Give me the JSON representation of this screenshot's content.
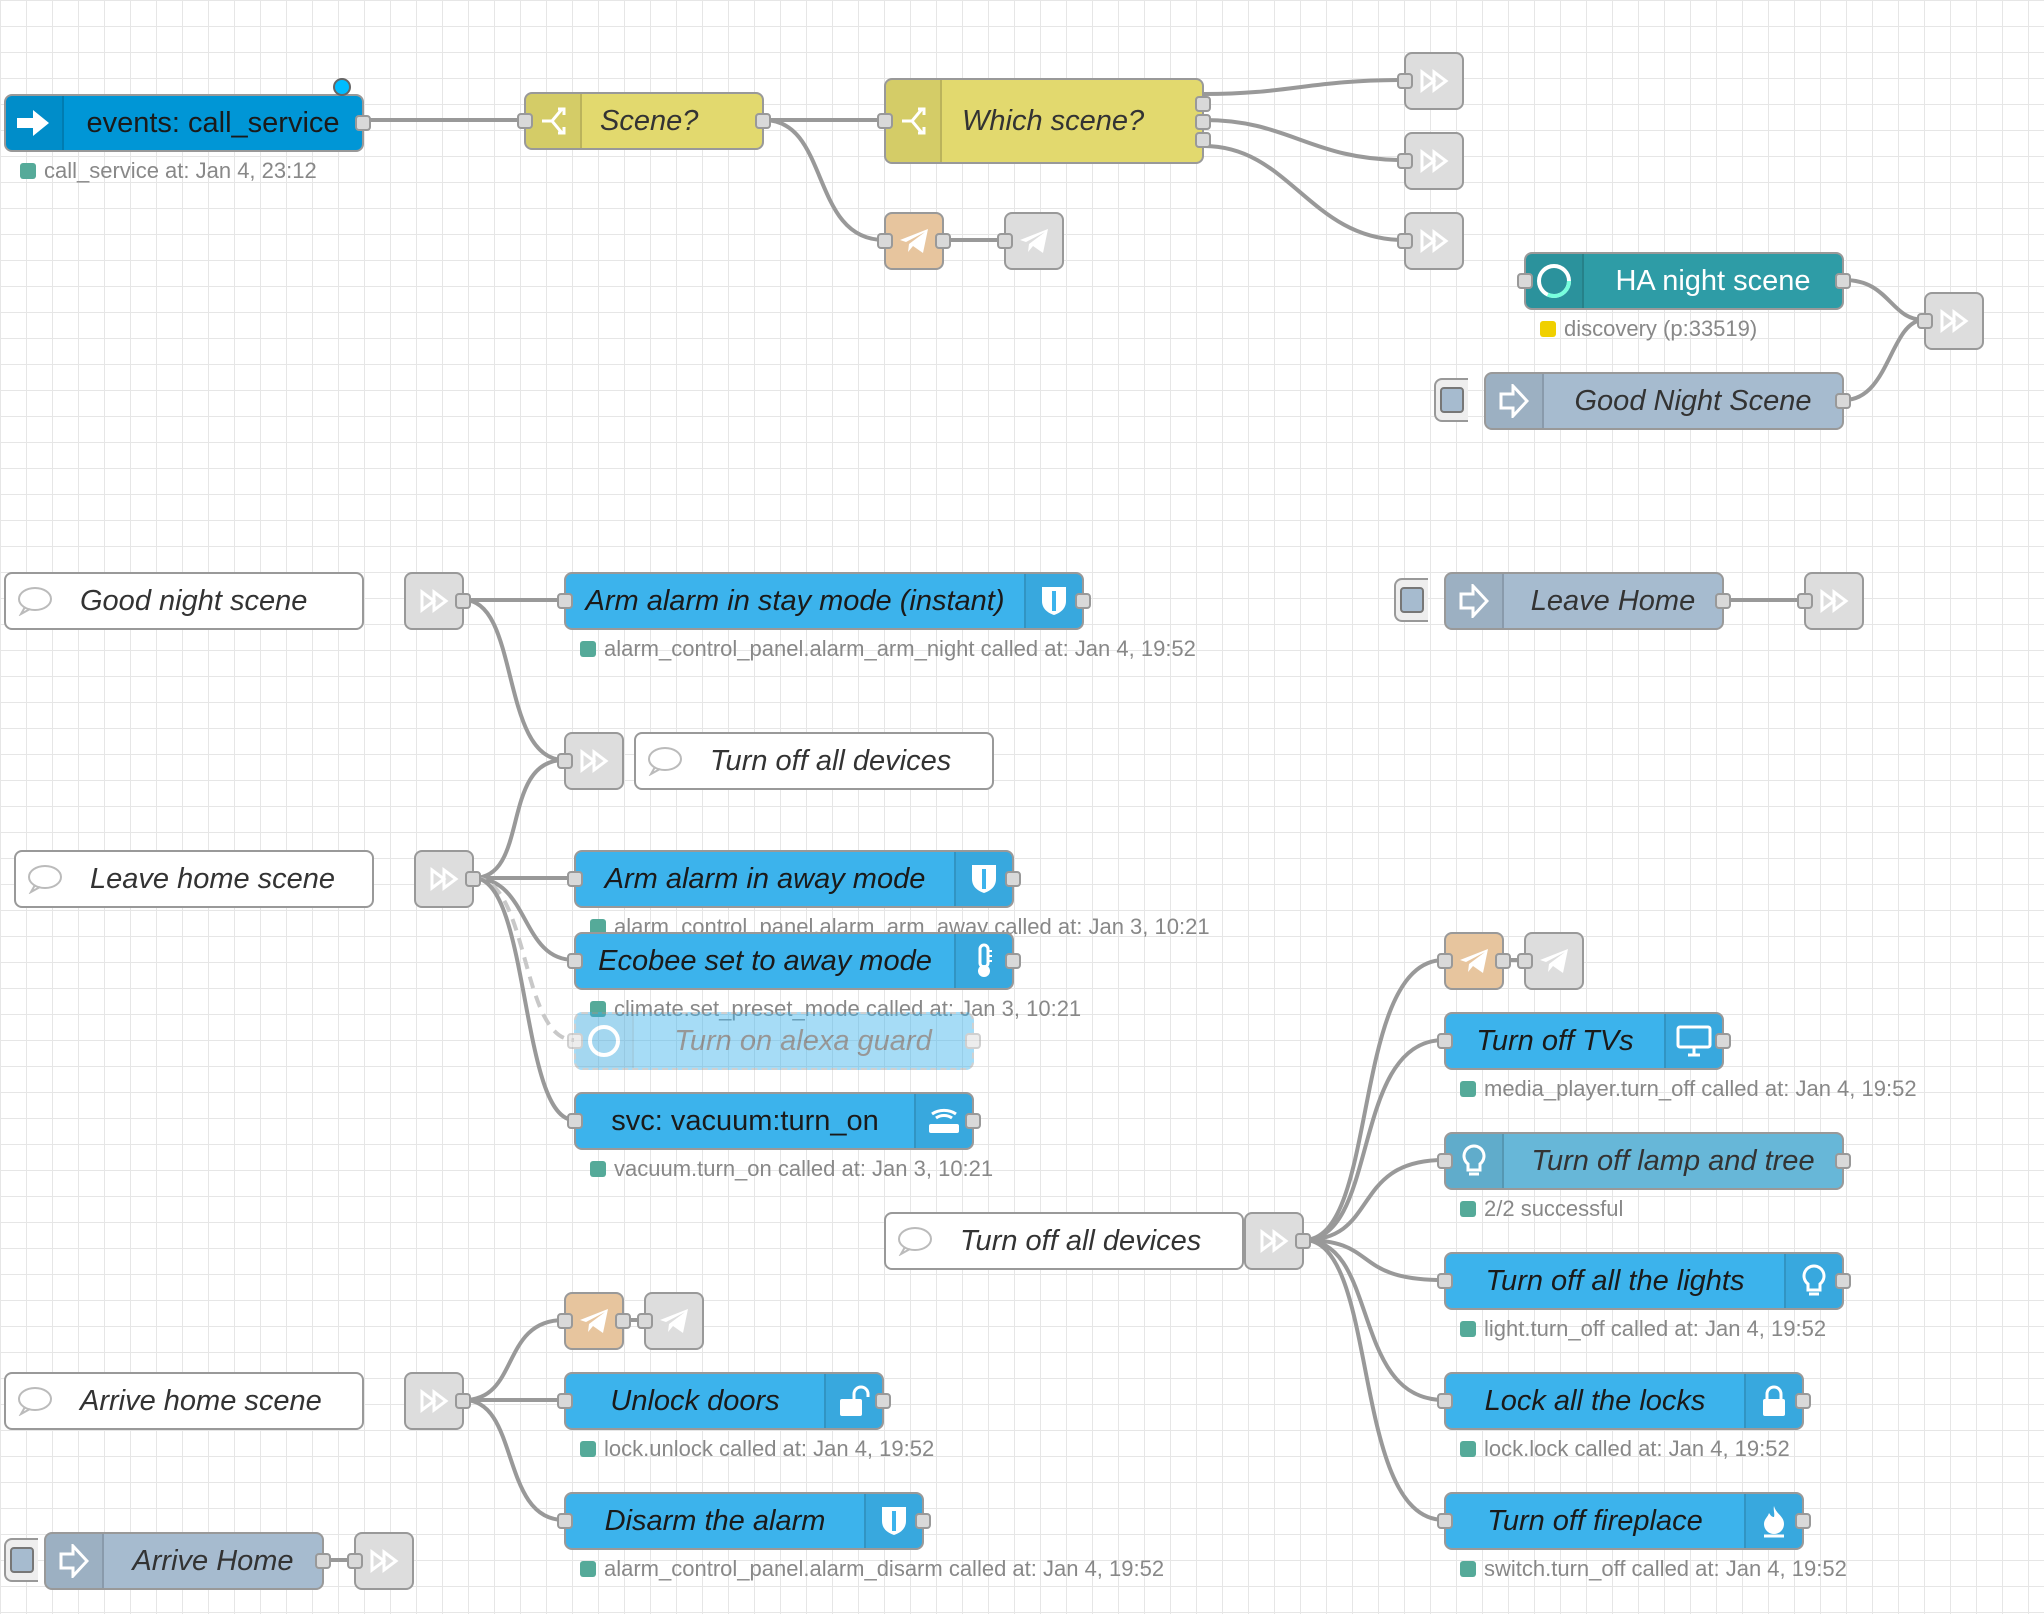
{
  "flow": {
    "header": {
      "events_call_service": "events: call_service",
      "events_status": "call_service at: Jan 4, 23:12",
      "scene_switch": "Scene?",
      "which_scene": "Which scene?",
      "ha_night_scene": "HA night scene",
      "ha_night_status": "discovery (p:33519)",
      "good_night_inject": "Good Night Scene"
    },
    "good_night": {
      "comment": "Good night scene",
      "arm_stay": "Arm alarm in stay mode (instant)",
      "arm_stay_status": "alarm_control_panel.alarm_arm_night called at: Jan 4, 19:52",
      "turn_off_comment": "Turn off all devices"
    },
    "leave": {
      "comment": "Leave home scene",
      "inject": "Leave Home",
      "arm_away": "Arm alarm in away mode",
      "arm_away_status": "alarm_control_panel.alarm_arm_away called at: Jan 3, 10:21",
      "ecobee": "Ecobee set to away mode",
      "ecobee_status": "climate.set_preset_mode called at: Jan 3, 10:21",
      "alexa": "Turn on alexa guard",
      "vacuum": "svc: vacuum:turn_on",
      "vacuum_status": "vacuum.turn_on called at: Jan 3, 10:21"
    },
    "turn_off": {
      "comment": "Turn off all devices",
      "tvs": "Turn off TVs",
      "tvs_status": "media_player.turn_off called at: Jan 4, 19:52",
      "lamp": "Turn off lamp and tree",
      "lamp_status": "2/2 successful",
      "lights": "Turn off all the lights",
      "lights_status": "light.turn_off called at: Jan 4, 19:52",
      "locks": "Lock all the locks",
      "locks_status": "lock.lock called at: Jan 4, 19:52",
      "fireplace": "Turn off fireplace",
      "fireplace_status": "switch.turn_off called at: Jan 4, 19:52"
    },
    "arrive": {
      "comment": "Arrive home scene",
      "unlock": "Unlock doors",
      "unlock_status": "lock.unlock called at: Jan 4, 19:52",
      "disarm": "Disarm the alarm",
      "disarm_status": "alarm_control_panel.alarm_disarm called at: Jan 4, 19:52",
      "inject": "Arrive Home"
    }
  },
  "icons": [
    "arrow-right-icon",
    "switch-icon",
    "link-icon",
    "telegram-icon",
    "comment-icon",
    "inject-icon",
    "shield-icon",
    "thermometer-icon",
    "router-icon",
    "monitor-icon",
    "bulb-icon",
    "lock-icon",
    "unlock-icon",
    "fire-icon",
    "circle-icon"
  ],
  "colors": {
    "ha_node": "#3cb3ec",
    "events_node": "#0096d6",
    "switch_node": "#e2d96e",
    "link_node": "#dddddd",
    "telegram_in": "#e7c59e",
    "inject_node": "#a6bbcf",
    "teal_node": "#2e9ca6",
    "status_green": "#55aa99",
    "status_yellow": "#f0d000"
  }
}
